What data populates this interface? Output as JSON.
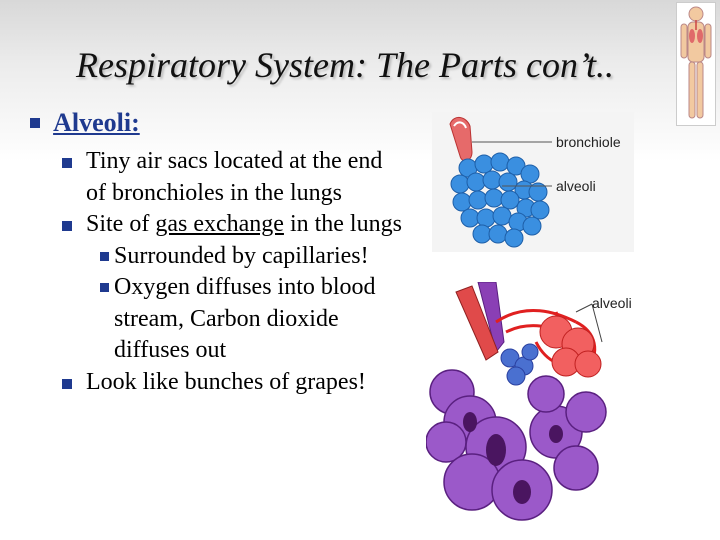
{
  "slide": {
    "title": "Respiratory System: The Parts con’t..",
    "heading": "Alveoli:",
    "bullets": [
      {
        "level": 2,
        "text": "Tiny air sacs located at the end of bronchioles in the lungs"
      },
      {
        "level": 2,
        "pre": "Site of ",
        "underlined": "gas exchange",
        "post": " in the lungs"
      },
      {
        "level": 3,
        "text": "Surrounded by capillaries!"
      },
      {
        "level": 3,
        "text": "Oxygen diffuses into blood stream, Carbon dioxide diffuses out"
      },
      {
        "level": 2,
        "text": "Look like bunches of grapes!"
      }
    ]
  },
  "figure_top": {
    "label_bronchiole": "bronchiole",
    "label_alveoli": "alveoli"
  },
  "figure_bottom": {
    "label_alveoli": "alveoli"
  },
  "colors": {
    "bullet": "#1f3a8f",
    "heading": "#1f3a8f",
    "alveoli_blue": "#3a8fe0",
    "alveoli_purple": "#8a3fb5",
    "capillary_red": "#e02020"
  }
}
